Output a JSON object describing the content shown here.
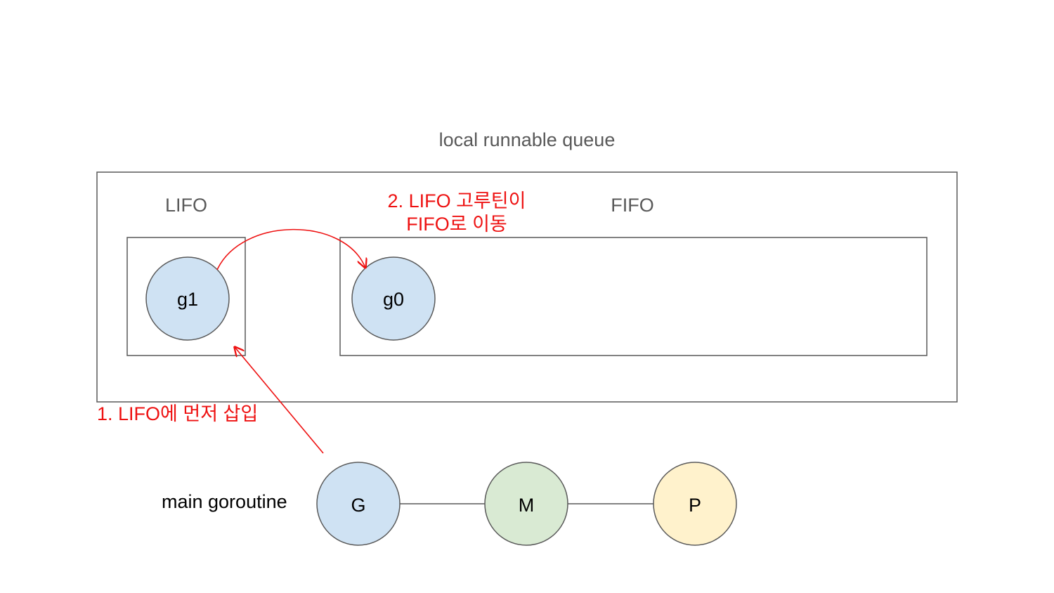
{
  "queue": {
    "title": "local runnable queue",
    "lifo": {
      "label": "LIFO",
      "goroutine": "g1"
    },
    "fifo": {
      "label": "FIFO",
      "goroutine": "g0"
    }
  },
  "steps": {
    "step1": "1. LIFO에 먼저 삽입",
    "step2_line1": "2. LIFO 고루틴이",
    "step2_line2": "FIFO로 이동"
  },
  "main": {
    "label": "main goroutine",
    "nodes": {
      "g": "G",
      "m": "M",
      "p": "P"
    }
  },
  "colors": {
    "goroutine_fill": "#cfe2f3",
    "machine_fill": "#d9ead3",
    "processor_fill": "#fff2cc",
    "annotation_red": "#ee1111",
    "stroke_gray": "#595959"
  }
}
